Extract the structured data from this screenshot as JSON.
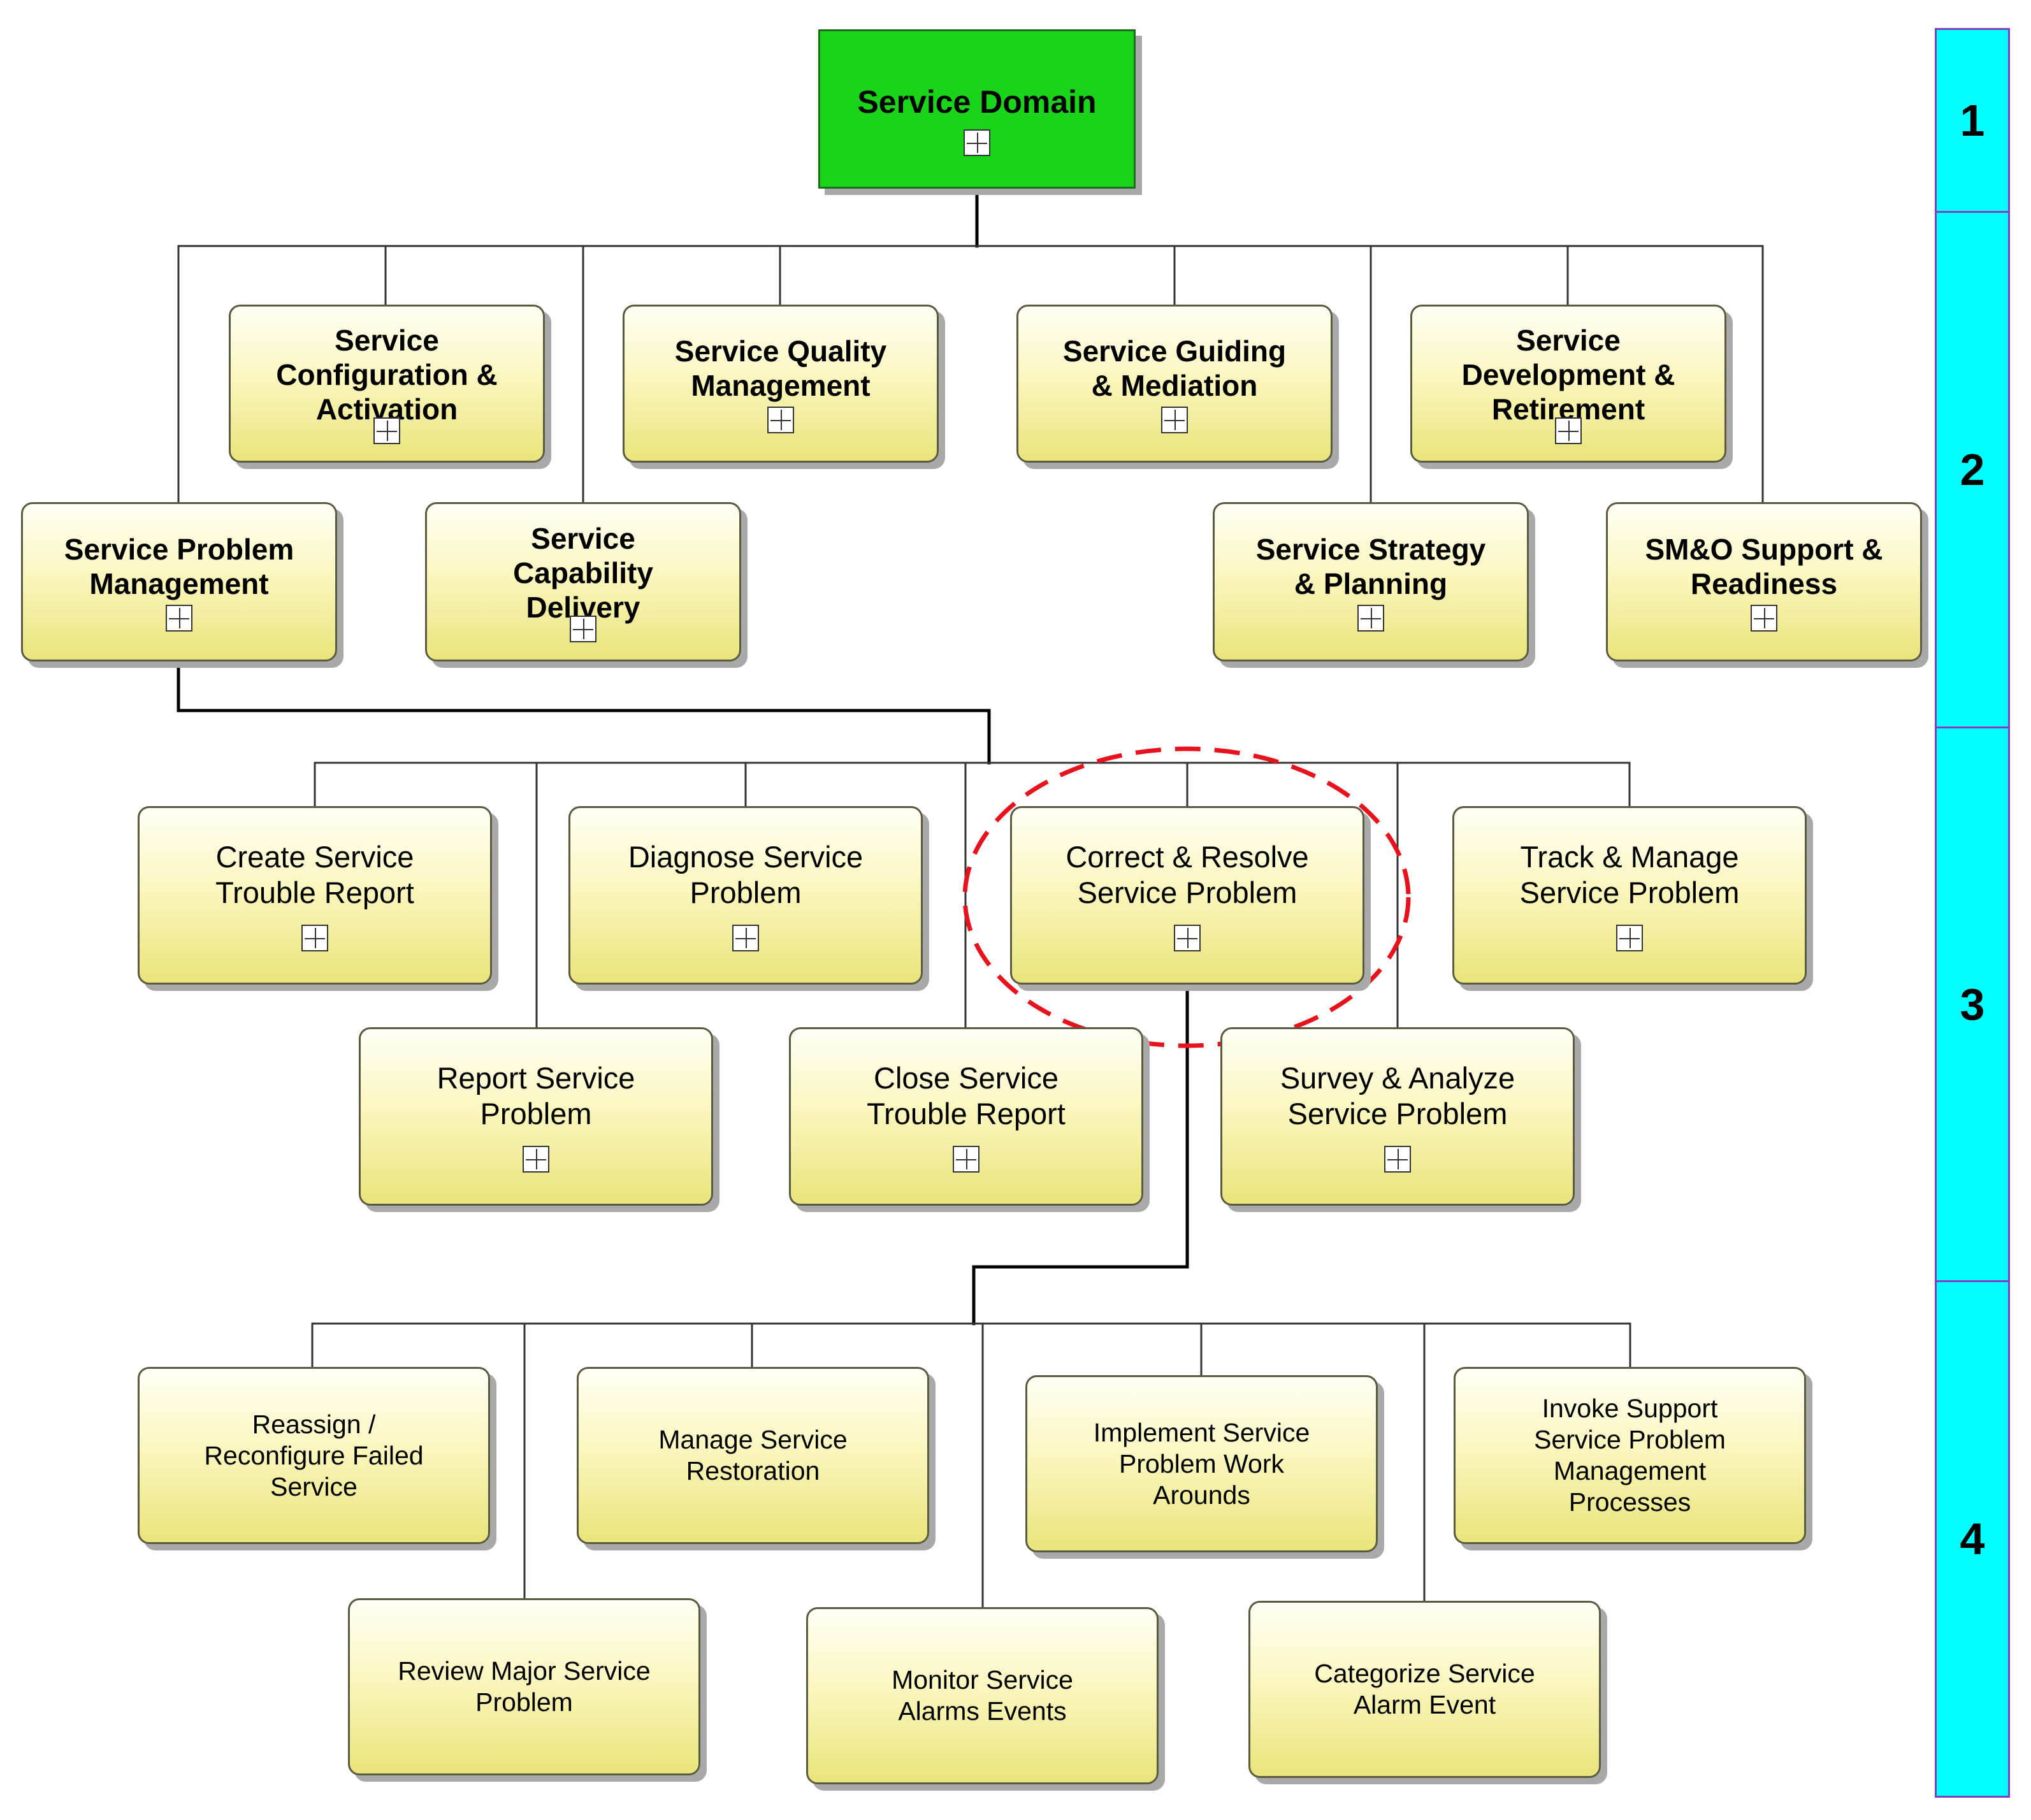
{
  "root": {
    "label": "Service Domain"
  },
  "level2": [
    {
      "id": "cfg",
      "label": "Service\nConfiguration &\nActivation"
    },
    {
      "id": "qual",
      "label": "Service Quality\nManagement"
    },
    {
      "id": "guid",
      "label": "Service Guiding\n& Mediation"
    },
    {
      "id": "dev",
      "label": "Service\nDevelopment &\nRetirement"
    },
    {
      "id": "prob",
      "label": "Service Problem\nManagement"
    },
    {
      "id": "cap",
      "label": "Service\nCapability\nDelivery"
    },
    {
      "id": "strat",
      "label": "Service Strategy\n& Planning"
    },
    {
      "id": "smo",
      "label": "SM&O Support &\nReadiness"
    }
  ],
  "level3": [
    {
      "id": "create",
      "label": "Create Service\nTrouble Report"
    },
    {
      "id": "diag",
      "label": "Diagnose Service\nProblem"
    },
    {
      "id": "correct",
      "label": "Correct & Resolve\nService Problem",
      "highlighted": true
    },
    {
      "id": "track",
      "label": "Track & Manage\nService Problem"
    },
    {
      "id": "report",
      "label": "Report Service\nProblem"
    },
    {
      "id": "close",
      "label": "Close Service\nTrouble Report"
    },
    {
      "id": "survey",
      "label": "Survey & Analyze\nService Problem"
    }
  ],
  "level4": [
    {
      "id": "reassign",
      "label": "Reassign /\nReconfigure Failed\nService"
    },
    {
      "id": "restore",
      "label": "Manage Service\nRestoration"
    },
    {
      "id": "workaround",
      "label": "Implement Service\nProblem Work\nArounds"
    },
    {
      "id": "invoke",
      "label": "Invoke Support\nService Problem\nManagement\nProcesses"
    },
    {
      "id": "review",
      "label": "Review Major Service\nProblem"
    },
    {
      "id": "monitor",
      "label": "Monitor Service\nAlarms Events"
    },
    {
      "id": "categorize",
      "label": "Categorize Service\nAlarm Event"
    }
  ],
  "levels": [
    "1",
    "2",
    "3",
    "4"
  ],
  "colors": {
    "root_fill": "#19d419",
    "box_fill": "#f5f0a0",
    "level_fill": "#00ffff",
    "level_border": "#7f3fbf",
    "highlight": "#e8121c"
  }
}
